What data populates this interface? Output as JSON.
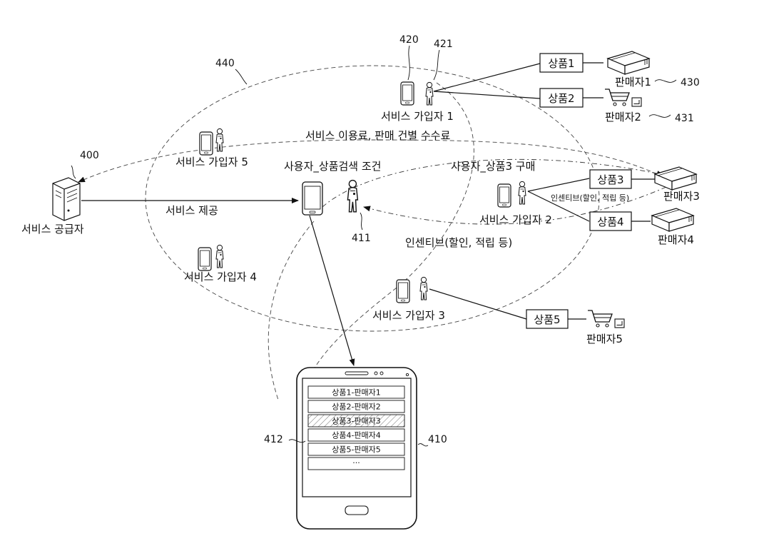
{
  "labels": {
    "provider": "서비스 공급자",
    "provider_num": "400",
    "service_provide": "서비스 제공",
    "fee": "서비스 이용료, 판매 건별 수수료",
    "search": "사용자_상품검색 조건",
    "purchase": "사용자_상품3 구매",
    "incentive": "인센티브(할인, 적립 등)",
    "incentive_small": "인센티브(할인, 적립 등)",
    "user_num": "411",
    "device_num": "410",
    "list_num": "412",
    "ellipse_num": "440"
  },
  "subscribers": [
    {
      "label": "서비스 가입자 1",
      "phone_num": "420",
      "person_num": "421"
    },
    {
      "label": "서비스 가입자 2"
    },
    {
      "label": "서비스 가입자 3"
    },
    {
      "label": "서비스 가입자 4"
    },
    {
      "label": "서비스 가입자 5"
    }
  ],
  "products": [
    "상품1",
    "상품2",
    "상품3",
    "상품4",
    "상품5"
  ],
  "sellers": [
    {
      "label": "판매자1",
      "num": "430",
      "icon": "box-icon"
    },
    {
      "label": "판매자2",
      "num": "431",
      "icon": "cart-icon"
    },
    {
      "label": "판매자3",
      "icon": "box-icon"
    },
    {
      "label": "판매자4",
      "icon": "box-icon"
    },
    {
      "label": "판매자5",
      "icon": "cart-icon"
    }
  ],
  "device_list": [
    "상품1-판매자1",
    "상품2-판매자2",
    "상품3-판매자3",
    "상품4-판매자4",
    "상품5-판매자5",
    "···"
  ],
  "highlighted_index": 2
}
